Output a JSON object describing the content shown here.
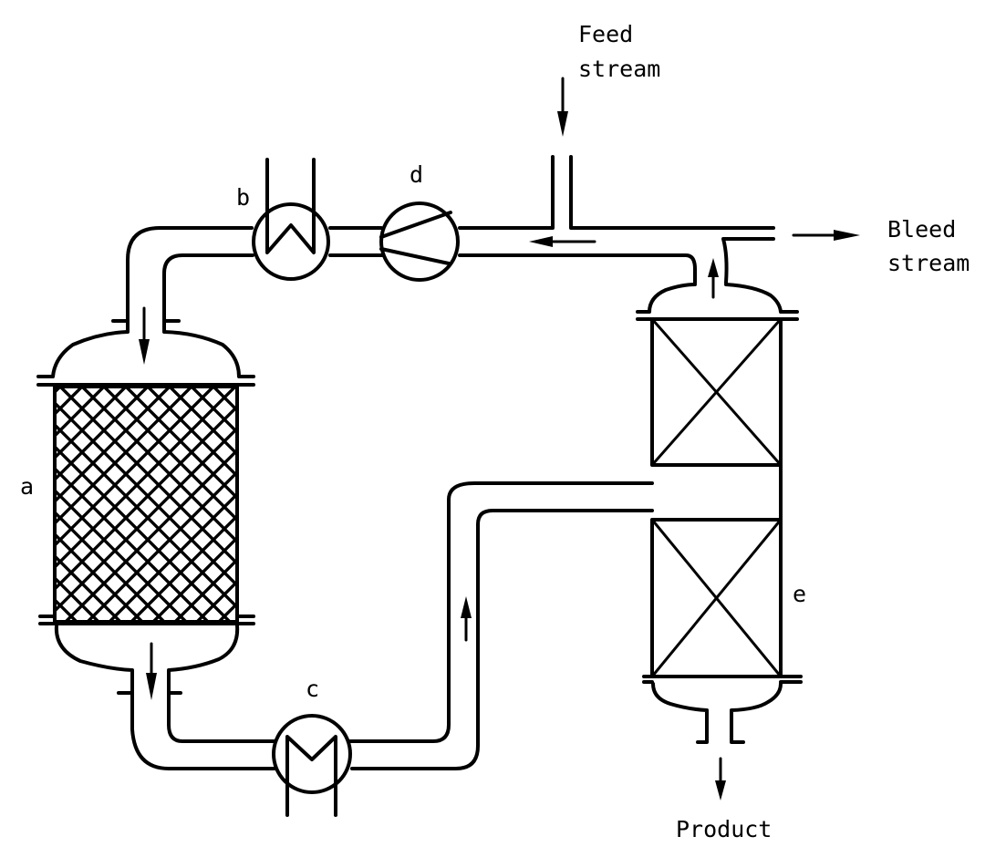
{
  "diagram": {
    "type": "process flow diagram",
    "ink_color": "#000000",
    "background_color": "#ffffff",
    "equipment": [
      {
        "id": "a",
        "label": "a",
        "kind": "packed reactor (catalyst bed)"
      },
      {
        "id": "b",
        "label": "b",
        "kind": "heat exchanger"
      },
      {
        "id": "c",
        "label": "c",
        "kind": "heat exchanger"
      },
      {
        "id": "d",
        "label": "d",
        "kind": "compressor"
      },
      {
        "id": "e",
        "label": "e",
        "kind": "packed column (two beds)"
      }
    ],
    "streams": {
      "feed_line1": "Feed",
      "feed_line2": "stream",
      "bleed_line1": "Bleed",
      "bleed_line2": "stream",
      "product": "Product"
    },
    "flow_arrows": [
      {
        "id": "feed-in",
        "direction": "down"
      },
      {
        "id": "recycle-left",
        "direction": "left"
      },
      {
        "id": "bleed-out",
        "direction": "right"
      },
      {
        "id": "column-top-up",
        "direction": "up"
      },
      {
        "id": "reactor-inlet",
        "direction": "down"
      },
      {
        "id": "reactor-outlet",
        "direction": "down"
      },
      {
        "id": "riser-up",
        "direction": "up"
      },
      {
        "id": "product-out",
        "direction": "down"
      }
    ]
  }
}
